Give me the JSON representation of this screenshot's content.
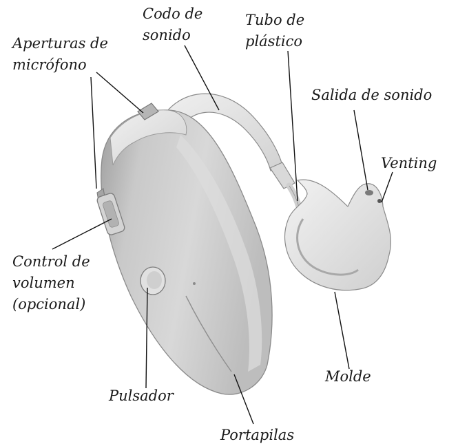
{
  "labels": {
    "microphone_openings": [
      "Aperturas de",
      "micrófono"
    ],
    "sound_elbow": [
      "Codo de",
      "sonido"
    ],
    "plastic_tube": [
      "Tubo de",
      "plástico"
    ],
    "sound_outlet": "Salida de sonido",
    "venting": "Venting",
    "volume_control": [
      "Control de",
      "volumen",
      "(opcional)"
    ],
    "push_button": "Pulsador",
    "earmold": "Molde",
    "battery_compartment": "Portapilas"
  },
  "colors": {
    "device_light": "#e4e4e4",
    "device_mid": "#c8c8c8",
    "device_dark": "#a9a9a9",
    "outline": "#8a8a8a",
    "text": "#1a1a1a"
  }
}
